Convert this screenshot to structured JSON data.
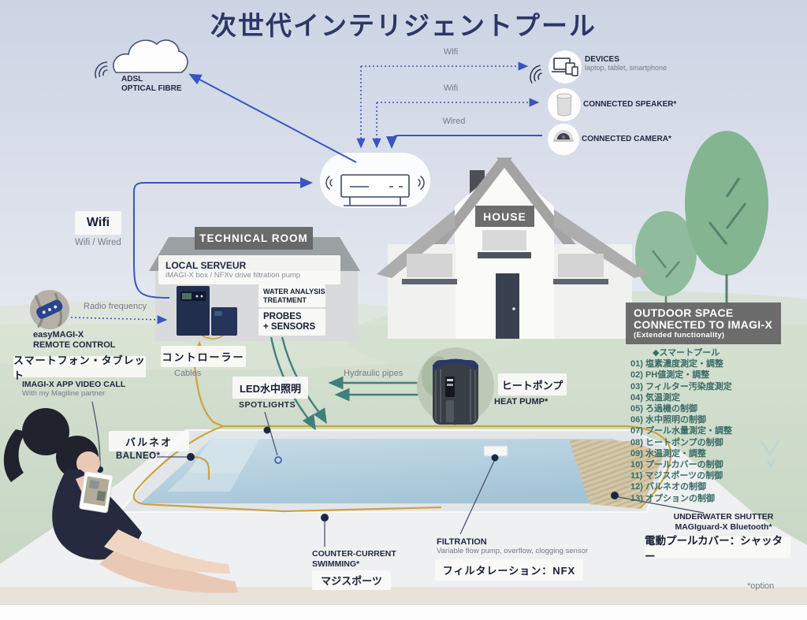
{
  "title": "次世代インテリジェントプール",
  "internet": {
    "line1": "ADSL",
    "line2": "OPTICAL FIBRE"
  },
  "links": {
    "wifi_top": "Wifi",
    "wifi_mid": "Wifi",
    "wired": "Wired",
    "wifi_box": "Wifi",
    "wifi_wired": "Wifi / Wired",
    "radio_frequency": "Radio frequency",
    "cables": "Cables",
    "hydraulic_pipes": "Hydraulic pipes"
  },
  "devices": {
    "devices_title": "DEVICES",
    "devices_sub": "laptop, tablet, smartphone",
    "speaker": "CONNECTED SPEAKER*",
    "camera": "CONNECTED CAMERA*"
  },
  "house": {
    "label": "HOUSE"
  },
  "technical_room": {
    "title": "TECHNICAL ROOM",
    "server_title": "LOCAL SERVEUR",
    "server_sub": "iMAGI-X box / NFXv drive filtration pump",
    "water_analysis_1": "WATER ANALYSIS",
    "water_analysis_2": "TREATMENT",
    "probes_1": "PROBES",
    "probes_2": "+ SENSORS",
    "controller_jp": "コントローラー"
  },
  "remote": {
    "name_1": "easyMAGI-X",
    "name_2": "REMOTE CONTROL",
    "smartphone_jp": "スマートフォン・タブレット",
    "app_title": "IMAGI-X APP VIDEO CALL",
    "app_sub": "With my Magiline partner"
  },
  "pool": {
    "spotlights_jp": "LED水中照明",
    "spotlights": "SPOTLIGHTS",
    "heat_pump_jp": "ヒートポンプ",
    "heat_pump": "HEAT PUMP*",
    "balneo_jp": "バルネオ",
    "balneo": "BALNEO*",
    "counter_current_1": "COUNTER-CURRENT",
    "counter_current_2": "SWIMMING*",
    "counter_current_jp": "マジスポーツ",
    "filtration": "FILTRATION",
    "filtration_sub": "Variable flow pump, overflow, clogging sensor",
    "filtration_jp": "フィルタレーション：NFX",
    "shutter_1": "UNDERWATER SHUTTER",
    "shutter_2": "MAGIguard-X Bluetooth*",
    "shutter_jp": "電動プールカバー：シャッター"
  },
  "outdoor": {
    "title_1": "OUTDOOR SPACE",
    "title_2": "CONNECTED TO IMAGI-X",
    "subtitle": "(Extended functionality)",
    "list_header": "◆スマートプール",
    "items": [
      "01) 塩素濃度測定・調整",
      "02) PH値測定・調整",
      "03) フィルター汚染度測定",
      "04) 気温測定",
      "05) ろ過機の制御",
      "06) 水中照明の制御",
      "07) プール水量測定・調整",
      "08) ヒートポンプの制御",
      "09) 水温測定・調整",
      "10) プールカバーの制御",
      "11) マジスポーツの制御",
      "12) バルネオの制御",
      "13) オプションの制御"
    ]
  },
  "footnote": "*option",
  "colors": {
    "accent_blue": "#3a55c0",
    "navy": "#1f2740",
    "gold": "#cea23f",
    "teal": "#41807a",
    "list_text": "#3a6b65",
    "gray_box": "#656565"
  }
}
